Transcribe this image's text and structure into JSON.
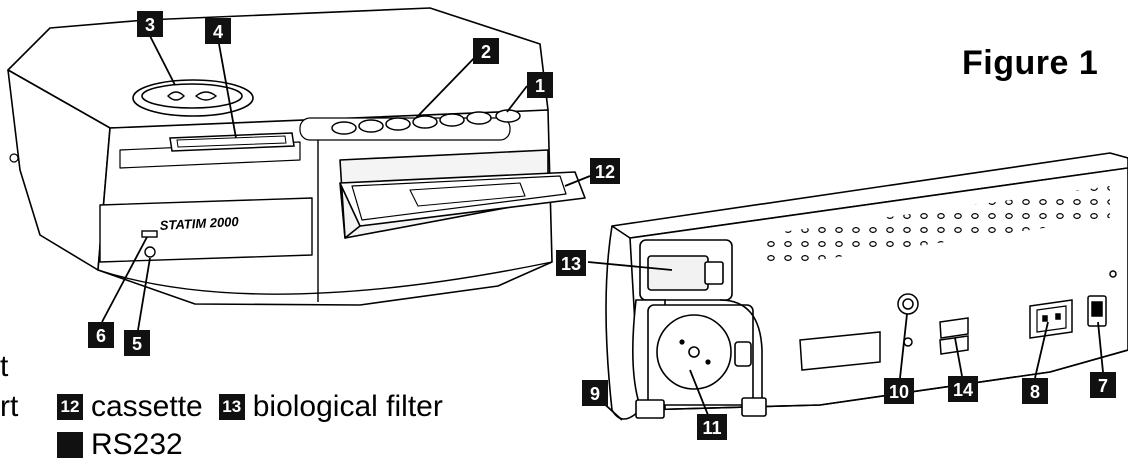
{
  "figure": {
    "title": "Figure 1",
    "brand_label": "STATIM 2000"
  },
  "callouts": [
    {
      "num": "1"
    },
    {
      "num": "2"
    },
    {
      "num": "3"
    },
    {
      "num": "4"
    },
    {
      "num": "5"
    },
    {
      "num": "6"
    },
    {
      "num": "7"
    },
    {
      "num": "8"
    },
    {
      "num": "9"
    },
    {
      "num": "10"
    },
    {
      "num": "11"
    },
    {
      "num": "12"
    },
    {
      "num": "13"
    },
    {
      "num": "14"
    }
  ],
  "legend": {
    "partial_top": "t",
    "partial_bottom": "rt",
    "items": [
      {
        "num": "12",
        "label": "cassette"
      },
      {
        "num": "13",
        "label": "biological filter"
      }
    ],
    "cut_off_label": "RS232"
  }
}
